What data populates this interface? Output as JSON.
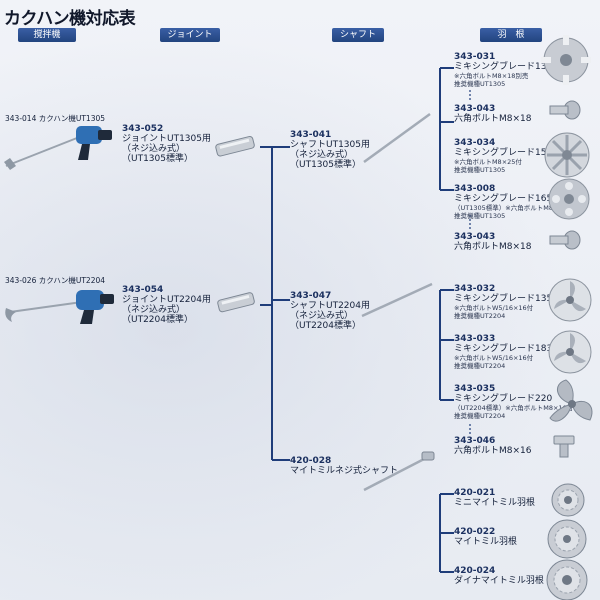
{
  "title": "カクハン機対応表",
  "headers": {
    "mixer": "撹拌機",
    "joint": "ジョイント",
    "shaft": "シャフト",
    "blade": "羽　根"
  },
  "mixers": [
    {
      "label": "343-014 カクハン機UT1305"
    },
    {
      "label": "343-026 カクハン機UT2204"
    }
  ],
  "joints": [
    {
      "code": "343-052",
      "name": "ジョイントUT1305用",
      "note1": "（ネジ込み式）",
      "note2": "（UT1305標準）"
    },
    {
      "code": "343-054",
      "name": "ジョイントUT2204用",
      "note1": "（ネジ込み式）",
      "note2": "（UT2204標準）"
    }
  ],
  "shafts": [
    {
      "code": "343-041",
      "name": "シャフトUT1305用",
      "note1": "（ネジ込み式）",
      "note2": "（UT1305標準）"
    },
    {
      "code": "343-047",
      "name": "シャフトUT2204用",
      "note1": "（ネジ込み式）",
      "note2": "（UT2204標準）"
    },
    {
      "code": "420-028",
      "name": "マイトミルネジ式シャフト"
    }
  ],
  "blades": [
    {
      "code": "343-031",
      "name": "ミキシングブレード130",
      "note1": "※六角ボルトM8×18別売",
      "note2": "推奨機種UT1305"
    },
    {
      "code": "343-043",
      "name": "六角ボルトM8×18"
    },
    {
      "code": "343-034",
      "name": "ミキシングブレード150",
      "note1": "※六角ボルトM8×25付",
      "note2": "推奨機種UT1305"
    },
    {
      "code": "343-008",
      "name": "ミキシングブレード165",
      "note1": "（UT1305標準）※六角ボルトM8×18別売",
      "note2": "推奨機種UT1305"
    },
    {
      "code": "343-043",
      "name": "六角ボルトM8×18"
    },
    {
      "code": "343-032",
      "name": "ミキシングブレード135",
      "note1": "※六角ボルトW5/16×16付",
      "note2": "推奨機種UT2204"
    },
    {
      "code": "343-033",
      "name": "ミキシングブレード183",
      "note1": "※六角ボルトW5/16×16付",
      "note2": "推奨機種UT2204"
    },
    {
      "code": "343-035",
      "name": "ミキシングブレード220",
      "note1": "（UT2204標準）※六角ボルトM8×16付",
      "note2": "推奨機種UT2204"
    },
    {
      "code": "343-046",
      "name": "六角ボルトM8×16"
    },
    {
      "code": "420-021",
      "name": "ミニマイトミル羽根"
    },
    {
      "code": "420-022",
      "name": "マイトミル羽根"
    },
    {
      "code": "420-024",
      "name": "ダイナマイトミル羽根"
    }
  ],
  "colors": {
    "line": "#1f3d7a",
    "chip": "#2c4f92"
  }
}
